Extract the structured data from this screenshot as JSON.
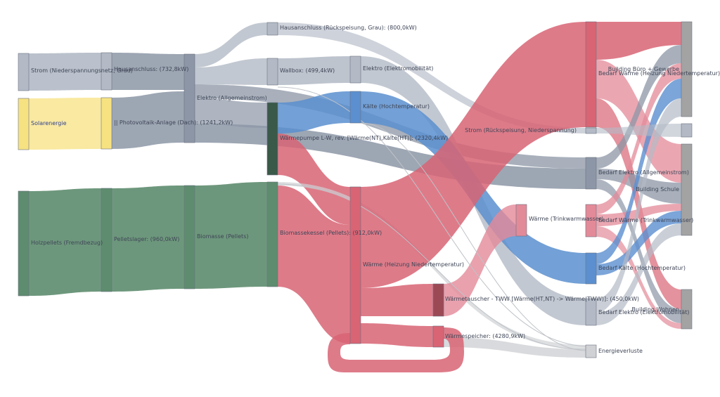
{
  "diagram": {
    "type": "sankey",
    "colors": {
      "gray": "#8c96a6",
      "light_gray": "#b3bac6",
      "yellow": "#f7e282",
      "green": "#5d8c6e",
      "blue": "#5b8fcf",
      "red": "#d86474",
      "light_red": "#e38a98",
      "pale_gray": "#cfd1d4",
      "node_gray": "#a3a3a3",
      "node_dark_red": "#9c4956",
      "node_dark_green": "#3a5949"
    },
    "nodes": [
      {
        "id": "strom_netz",
        "label": "Strom (Niederspannungsnetz, Grau)"
      },
      {
        "id": "solar",
        "label": "Solarenergie"
      },
      {
        "id": "holz",
        "label": "Holzpellets (Fremdbezug)"
      },
      {
        "id": "hausanschluss",
        "label": "Hausanschluss: (732,8kW)"
      },
      {
        "id": "pv",
        "label": "|| Photovoltaik-Anlage (Dach): (1241,2kW)"
      },
      {
        "id": "pelletlager",
        "label": "Pelletslager: (960,0kW)"
      },
      {
        "id": "elektro_allg",
        "label": "Elektro (Allgemeinstrom)"
      },
      {
        "id": "biomasse",
        "label": "Biomasse (Pellets)"
      },
      {
        "id": "hausanschluss_rueck",
        "label": "Hausanschluss (Rückspeisung, Grau): (800,0kW)"
      },
      {
        "id": "wallbox",
        "label": "Wallbox: (499,4kW)"
      },
      {
        "id": "waermepumpe",
        "label": "Wärmepumpe L-W, rev. [Wärme(NT),Kälte(HT)]: (2320,4kW)"
      },
      {
        "id": "biomassekessel",
        "label": "Biomassekessel (Pellets): (912,0kW)"
      },
      {
        "id": "elektro_mob",
        "label": "Elektro (Elektromobilität)"
      },
      {
        "id": "kaelte",
        "label": "Kälte (Hochtemperatur)"
      },
      {
        "id": "waerme_nt",
        "label": "Wärme (Heizung Niedertemperatur)"
      },
      {
        "id": "waermetauscher",
        "label": "Wärmetauscher - TWW [Wärme(HT,NT) -> Wärme(TWW)]: (450,0kW)"
      },
      {
        "id": "waermespeicher",
        "label": "Wärmespeicher: (4280,9kW)"
      },
      {
        "id": "waerme_tww",
        "label": "Wärme (Trinkwarmwasser)"
      },
      {
        "id": "bedarf_waerme",
        "label": "Bedarf Wärme (Heizung Niedertemperatur)"
      },
      {
        "id": "strom_rueck",
        "label": "Strom (Rückspeisung, Niederspannung)"
      },
      {
        "id": "bedarf_elektro",
        "label": "Bedarf Elektro (Allgemeinstrom)"
      },
      {
        "id": "bedarf_tww",
        "label": "Bedarf Wärme (Trinkwarmwasser)"
      },
      {
        "id": "bedarf_kaelte",
        "label": "Bedarf Kälte (Hochtemperatur)"
      },
      {
        "id": "bedarf_mob",
        "label": "Bedarf Elektro (Elektromobilität)"
      },
      {
        "id": "verluste",
        "label": "Energieverluste"
      },
      {
        "id": "building_buero",
        "label": "Building Büro + Gewerbe"
      },
      {
        "id": "building_schule",
        "label": "Building Schule"
      },
      {
        "id": "building_wohnen",
        "label": "Building Wohnen"
      }
    ]
  }
}
